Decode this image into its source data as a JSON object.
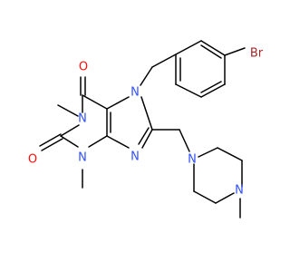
{
  "colors": {
    "bond": "#000000",
    "oxygen": "#ff0d0d",
    "nitrogen": "#3050f8",
    "bromine": "#a62929",
    "background": "#ffffff"
  },
  "labels": {
    "o_c6": "O",
    "o_c2": "O",
    "n1": "N",
    "n3": "N",
    "n7": "N",
    "n9": "N",
    "n_pip_a": "N",
    "n_pip_b": "N",
    "br": "Br"
  }
}
